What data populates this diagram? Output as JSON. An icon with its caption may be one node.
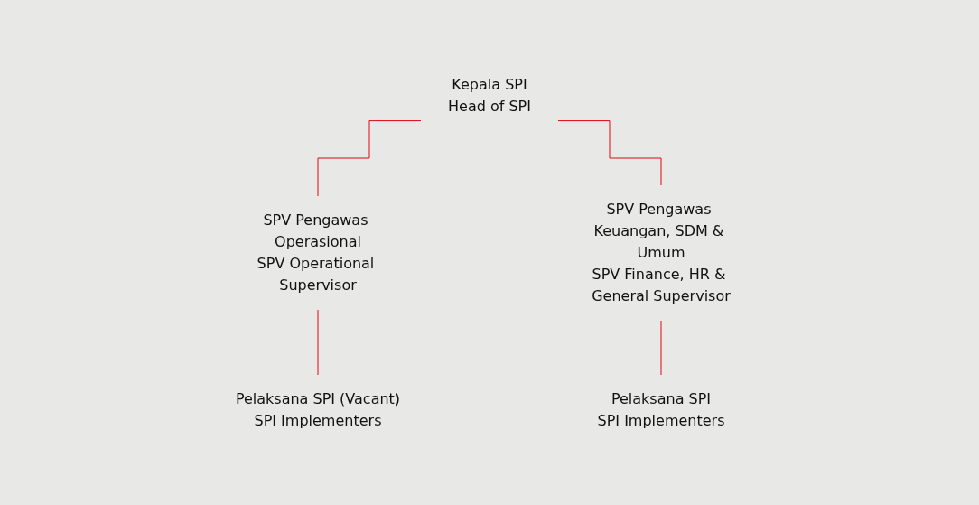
{
  "diagram": {
    "nodes": [
      {
        "text": [
          "Kepala SPI",
          "Head of SPI"
        ]
      },
      {
        "text": [
          "SPV Pengawas Operasional",
          "SPV Operational Supervisor"
        ]
      },
      {
        "text": [
          "SPV Pengawas Keuangan, SDM & Umum",
          "SPV Finance, HR & General Supervisor"
        ]
      },
      {
        "text": [
          "Pelaksana SPI (Vacant)",
          "SPI Implementers"
        ]
      },
      {
        "text": [
          "Pelaksana SPI",
          "SPI Implementers"
        ]
      }
    ],
    "edges": [
      {
        "from": 0,
        "to": 1,
        "arrow": "none"
      },
      {
        "from": 0,
        "to": 2,
        "arrow": "none"
      },
      {
        "from": 1,
        "to": 3,
        "arrow": "none"
      },
      {
        "from": 2,
        "to": 4,
        "arrow": "none"
      }
    ]
  }
}
